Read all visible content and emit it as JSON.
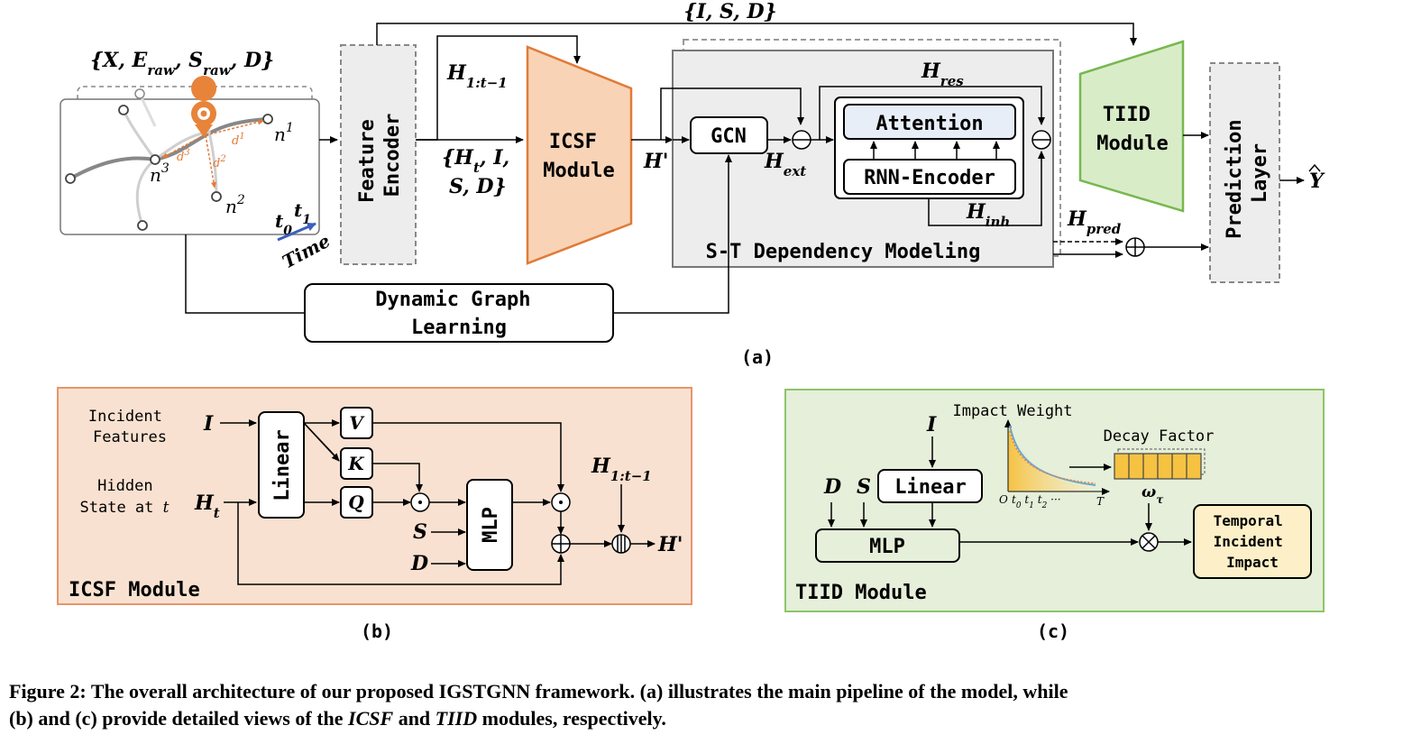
{
  "panel_a": {
    "input_set": "{X, E",
    "input_set_sub_e": "raw",
    "input_set_s": ", S",
    "input_set_sub_s": "raw",
    "input_set_end": ", D}",
    "node_n1": "n",
    "node_n1_sup": "1",
    "node_n2": "n",
    "node_n2_sup": "2",
    "node_n3": "n",
    "node_n3_sup": "3",
    "dist_d1": "d",
    "dist_d1_sup": "1",
    "dist_d2": "d",
    "dist_d2_sup": "2",
    "dist_d3": "d",
    "dist_d3_sup": "3",
    "t0": "t",
    "t0_sub": "0",
    "t1": "t",
    "t1_sub": "1",
    "time_label": "Time",
    "feature_encoder": [
      "Feature",
      "Encoder"
    ],
    "h_prev": "H",
    "h_prev_sub": "1:t−1",
    "encoder_out": [
      "{H",
      "t",
      ", I,",
      "S, D}"
    ],
    "icsf": [
      "ICSF",
      "Module"
    ],
    "h_prime": "H'",
    "top_set": "{I, S, D}",
    "gcn": "GCN",
    "h_ext": "H",
    "h_ext_sub": "ext",
    "h_res": "H",
    "h_res_sub": "res",
    "attention": "Attention",
    "rnn_encoder": "RNN-Encoder",
    "h_inh": "H",
    "h_inh_sub": "inh",
    "st_label": "S-T Dependency Modeling",
    "tiid": [
      "TIID",
      "Module"
    ],
    "h_pred": "H",
    "h_pred_sub": "pred",
    "prediction": [
      "Prediction",
      "Layer"
    ],
    "y_hat": "Y",
    "dgl": [
      "Dynamic Graph",
      "Learning"
    ],
    "sub_label": "(a)"
  },
  "panel_b": {
    "incident_features": [
      "Incident",
      "Features"
    ],
    "hidden_state": [
      "Hidden",
      "State at "
    ],
    "hidden_state_t": "t",
    "i": "I",
    "h_t": "H",
    "h_t_sub": "t",
    "linear": "Linear",
    "v": "V",
    "k": "K",
    "q": "Q",
    "s": "S",
    "d": "D",
    "mlp": "MLP",
    "h_prev": "H",
    "h_prev_sub": "1:t−1",
    "h_prime": "H'",
    "title": "ICSF Module",
    "sub_label": "(b)"
  },
  "panel_c": {
    "impact_weight": "Impact Weight",
    "i": "I",
    "d": "D",
    "s": "S",
    "linear": "Linear",
    "axis_o": "O",
    "axis_ticks": "t",
    "axis_t": "T",
    "decay_factor": "Decay Factor",
    "omega": "ω",
    "omega_sub": "τ",
    "mlp": "MLP",
    "output": [
      "Temporal",
      "Incident",
      "Impact"
    ],
    "title": "TIID Module",
    "sub_label": "(c)"
  },
  "caption": {
    "line1": "Figure 2: The overall architecture of our proposed IGSTGNN framework. (a) illustrates the main pipeline of the model, while",
    "line2_a": "(b) and (c) provide detailed views of the ",
    "line2_icsf": "ICSF",
    "line2_b": " and ",
    "line2_tiid": "TIID",
    "line2_c": " modules, respectively."
  },
  "colors": {
    "icsf_fill": "#f8d3b6",
    "icsf_stroke": "#e07b39",
    "tiid_fill": "#d9ecc8",
    "tiid_stroke": "#77b84f",
    "panel_b_fill": "#f9e1d1",
    "panel_b_stroke": "#e9956a",
    "panel_c_fill": "#e5efd9",
    "panel_c_stroke": "#8cc56a",
    "gray_box": "#ededed",
    "attention_fill": "#e8eef8",
    "output_fill": "#fdf0c8",
    "incident_marker": "#e8833a",
    "time_arrow": "#3a5fbf"
  }
}
